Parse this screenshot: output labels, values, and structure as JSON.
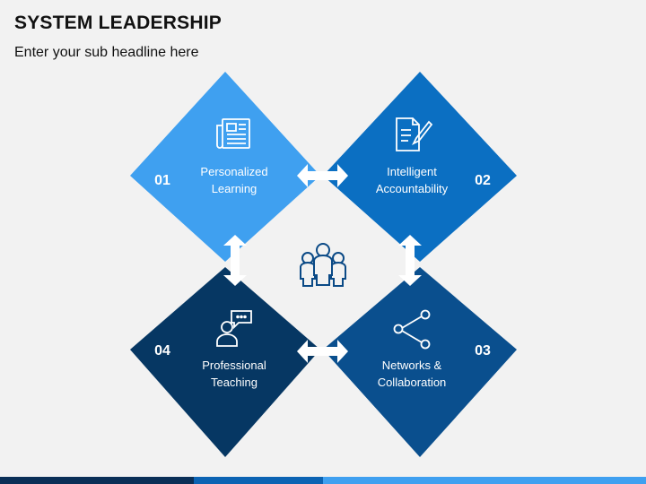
{
  "header": {
    "title": "SYSTEM LEADERSHIP",
    "subtitle": "Enter your sub headline here"
  },
  "center_icon": "people-group-icon",
  "pieces": [
    {
      "number": "01",
      "line1": "Personalized",
      "line2": "Learning",
      "color": "#3fa0f0",
      "icon": "newspaper-icon"
    },
    {
      "number": "02",
      "line1": "Intelligent",
      "line2": "Accountability",
      "color": "#0b6fc2",
      "icon": "document-pen-icon"
    },
    {
      "number": "03",
      "line1": "Networks &",
      "line2": "Collaboration",
      "color": "#0a4f8e",
      "icon": "share-network-icon"
    },
    {
      "number": "04",
      "line1": "Professional",
      "line2": "Teaching",
      "color": "#063763",
      "icon": "teacher-speech-icon"
    }
  ],
  "bottom_bar_colors": [
    "#0a2f57",
    "#0b63b3",
    "#3fa0f0"
  ]
}
